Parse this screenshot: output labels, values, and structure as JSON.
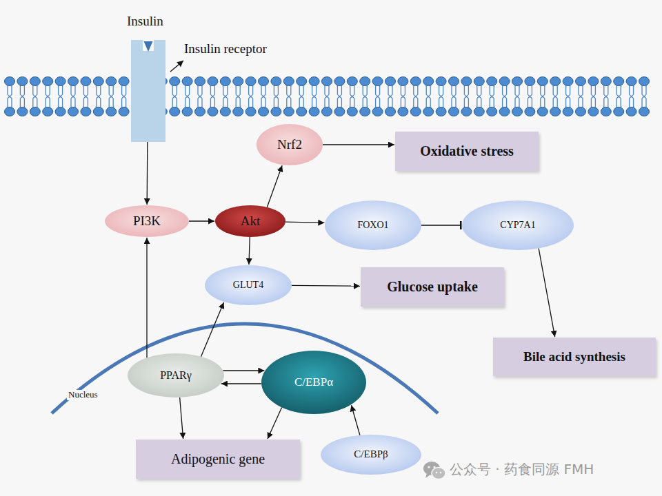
{
  "diagram": {
    "nodes": [
      {
        "text": [
          "Insulin receptor"
        ]
      },
      {
        "text": [
          "Nrf2"
        ]
      },
      {
        "text": [
          "Oxidative stress"
        ]
      },
      {
        "text": [
          "PI3K"
        ]
      },
      {
        "text": [
          "Akt"
        ]
      },
      {
        "text": [
          "FOXO1"
        ]
      },
      {
        "text": [
          "CYP7A1"
        ]
      },
      {
        "text": [
          "GLUT4"
        ]
      },
      {
        "text": [
          "Glucose uptake"
        ]
      },
      {
        "text": [
          "Bile acid synthesis"
        ]
      },
      {
        "text": [
          "PPARγ"
        ]
      },
      {
        "text": [
          "C/EBPα"
        ]
      },
      {
        "text": [
          "Adipogenic gene"
        ]
      },
      {
        "text": [
          "C/EBPβ"
        ]
      }
    ],
    "edges": [
      {
        "from": 0,
        "to": 3,
        "arrow": "to"
      },
      {
        "from": 3,
        "to": 4,
        "arrow": "to"
      },
      {
        "from": 4,
        "to": 1,
        "arrow": "to"
      },
      {
        "from": 1,
        "to": 2,
        "arrow": "to"
      },
      {
        "from": 4,
        "to": 5,
        "arrow": "to"
      },
      {
        "from": 5,
        "to": 6,
        "arrow": "to"
      },
      {
        "from": 6,
        "to": 9,
        "arrow": "to"
      },
      {
        "from": 4,
        "to": 7,
        "arrow": "to"
      },
      {
        "from": 7,
        "to": 8,
        "arrow": "to"
      },
      {
        "from": 10,
        "to": 3,
        "arrow": "to"
      },
      {
        "from": 10,
        "to": 7,
        "arrow": "to"
      },
      {
        "from": 10,
        "to": 11,
        "arrow": "to"
      },
      {
        "from": 11,
        "to": 10,
        "arrow": "to"
      },
      {
        "from": 10,
        "to": 12,
        "arrow": "to"
      },
      {
        "from": 11,
        "to": 12,
        "arrow": "to"
      },
      {
        "from": 13,
        "to": 11,
        "arrow": "to"
      }
    ],
    "labels": [
      "Insulin",
      "Nucleus",
      "公众号 · 药食同源 FMH"
    ]
  }
}
